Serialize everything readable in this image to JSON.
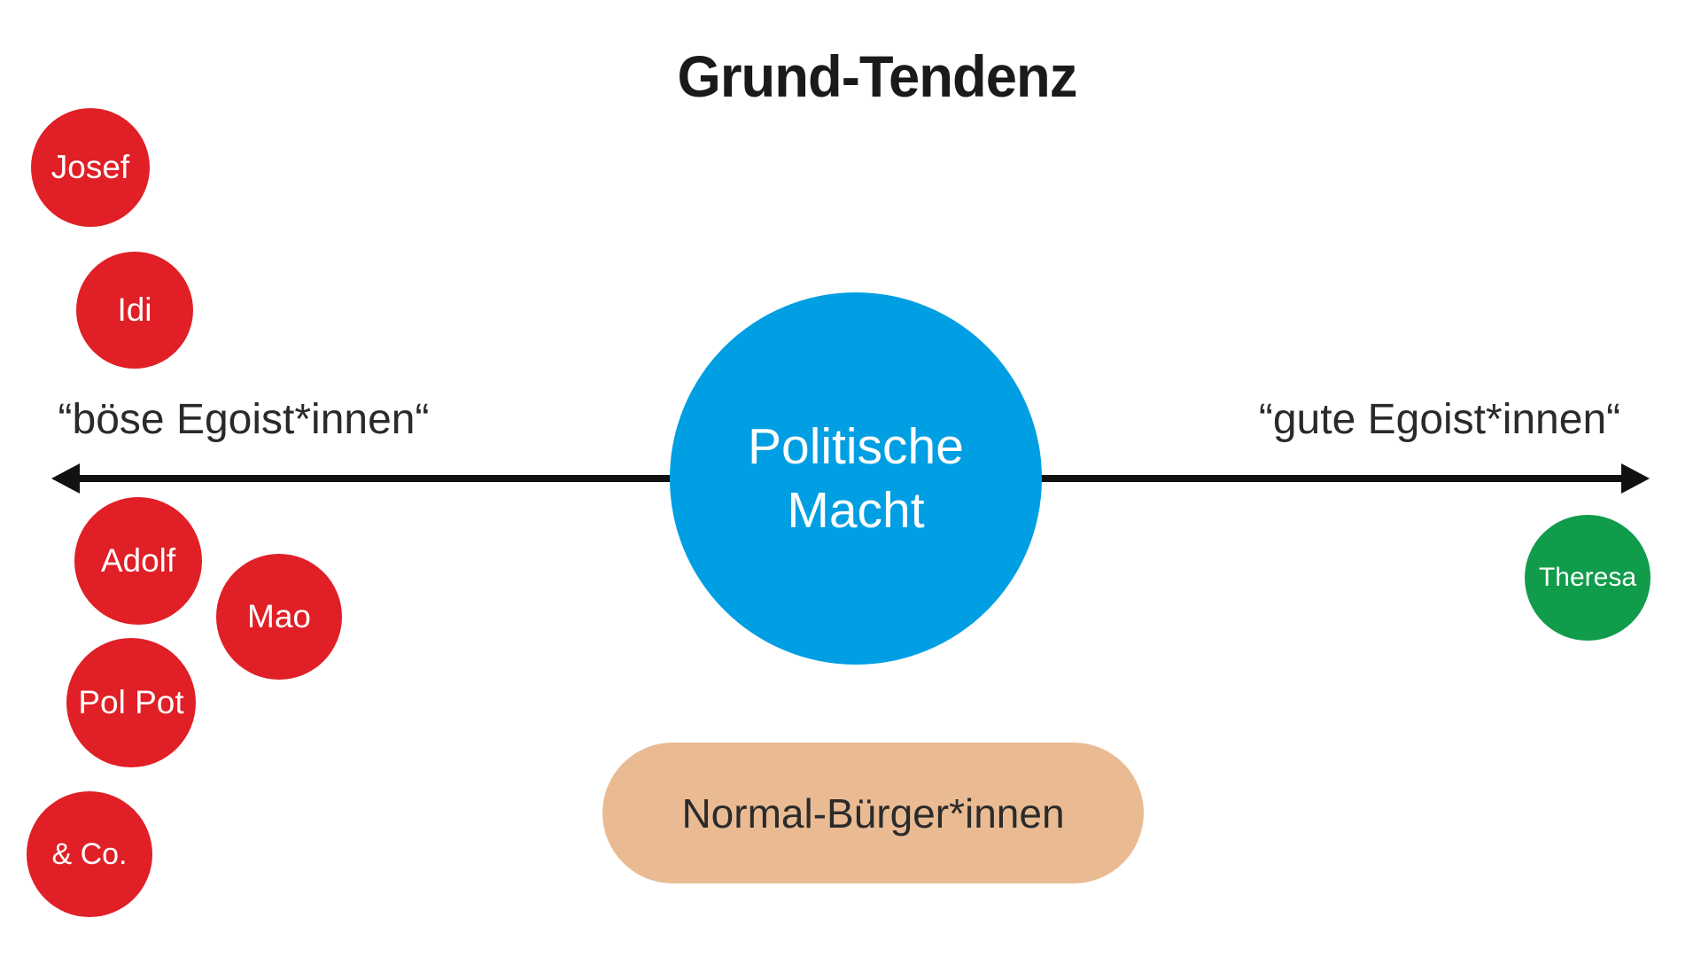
{
  "title": "Grund-Tendenz",
  "axis": {
    "left_label": "“böse Egoist*innen“",
    "right_label": "“gute Egoist*innen“",
    "direction": "double-headed horizontal arrow"
  },
  "center_node": {
    "line1": "Politische",
    "line2": "Macht",
    "color": "#009ee2"
  },
  "bad_actors": [
    {
      "label": "Josef"
    },
    {
      "label": "Idi"
    },
    {
      "label": "Adolf"
    },
    {
      "label": "Mao"
    },
    {
      "label": "Pol Pot"
    },
    {
      "label": "& Co."
    }
  ],
  "good_actors": [
    {
      "label": "Theresa"
    }
  ],
  "citizens_box": {
    "label": "Normal-Bürger*innen",
    "color": "#eabb92"
  },
  "colors": {
    "bad_circle": "#e01f26",
    "good_circle": "#109c4b",
    "center_circle": "#009ee2",
    "citizens_pill": "#eabb92",
    "arrow": "#111111",
    "label_text": "#2a2a2a",
    "title_text": "#1a1a1a",
    "background": "#ffffff"
  }
}
